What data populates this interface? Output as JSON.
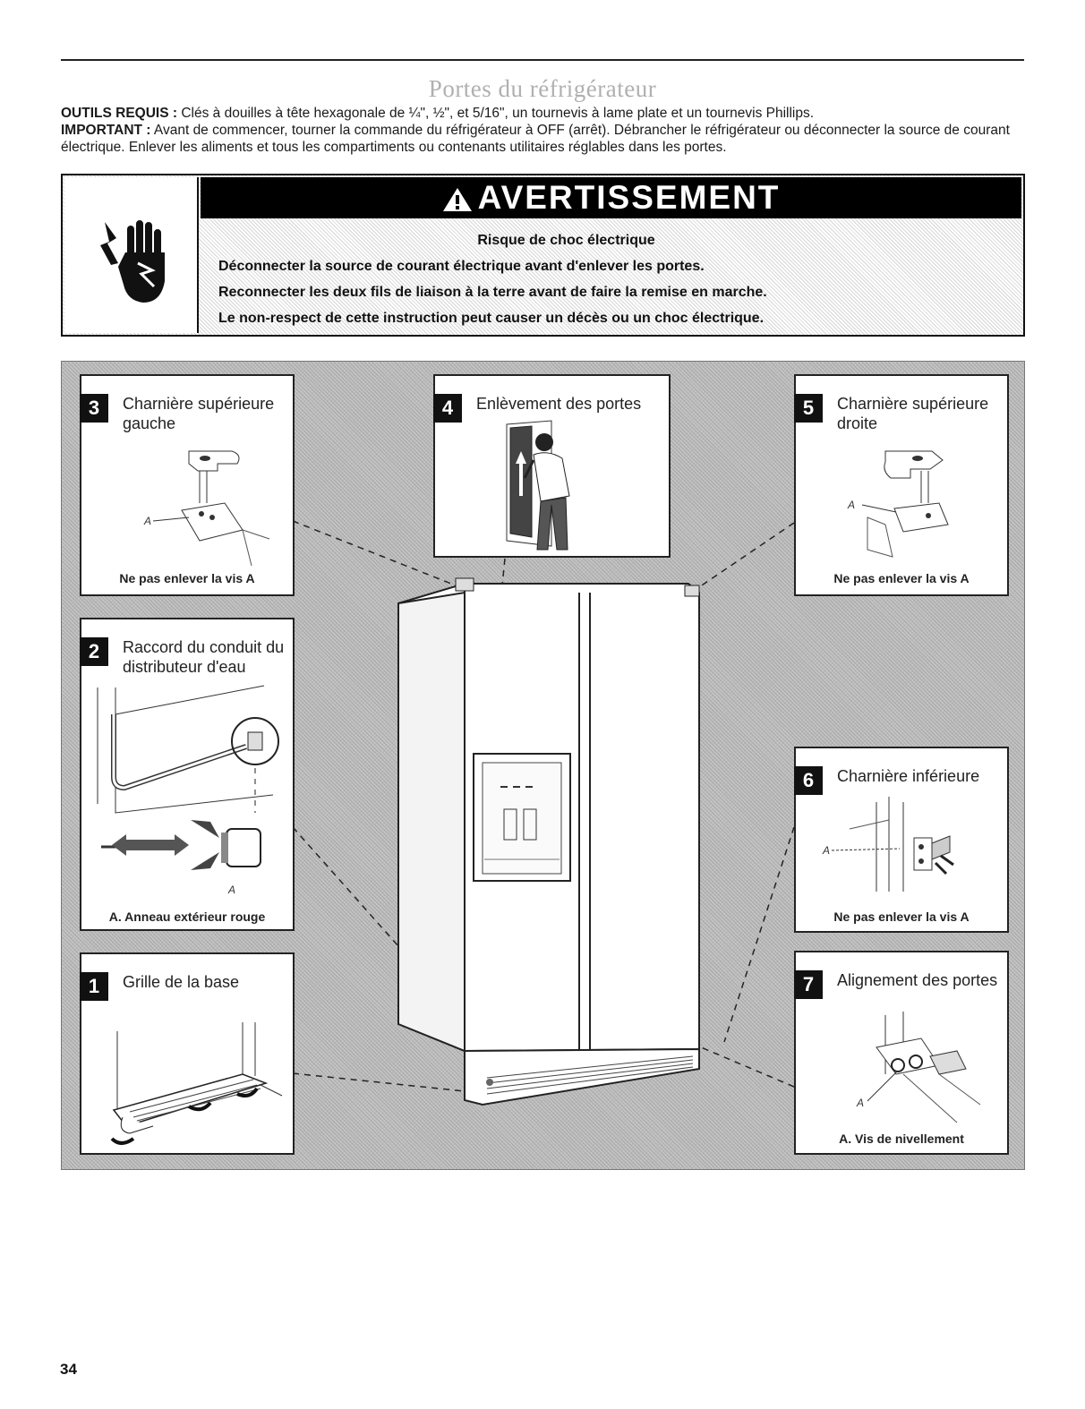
{
  "page": {
    "title": "Portes du réfrigérateur",
    "page_number": "34"
  },
  "intro": {
    "tools_label": "OUTILS REQUIS :",
    "tools_text": " Clés à douilles à tête hexagonale de ¼\", ½\", et 5/16\", un tournevis à lame plate et un tournevis Phillips.",
    "important_label": "IMPORTANT :",
    "important_text": " Avant de commencer, tourner la commande du réfrigérateur à OFF (arrêt). Débrancher le réfrigérateur ou déconnecter la source de courant électrique. Enlever les aliments et tous les compartiments ou contenants utilitaires réglables dans les portes."
  },
  "warning": {
    "icon": "electric-shock-hand-icon",
    "banner": "AVERTISSEMENT",
    "headline": "Risque de choc électrique",
    "lines": [
      "Déconnecter la source de courant électrique avant d'enlever les portes.",
      "Reconnecter les deux fils de liaison à la terre avant de faire la remise en marche.",
      "Le non-respect de cette instruction peut causer un décès ou un choc électrique."
    ]
  },
  "steps": {
    "s1": {
      "num": "1",
      "title": "Grille de la base"
    },
    "s2": {
      "num": "2",
      "title": "Raccord du conduit du distributeur d'eau",
      "caption": "A. Anneau extérieur rouge",
      "label_a": "A"
    },
    "s3": {
      "num": "3",
      "title": "Charnière supérieure gauche",
      "caption": "Ne pas enlever la vis A",
      "label_a": "A"
    },
    "s4": {
      "num": "4",
      "title": "Enlèvement des portes"
    },
    "s5": {
      "num": "5",
      "title": "Charnière supérieure droite",
      "caption": "Ne pas enlever la vis A",
      "label_a": "A"
    },
    "s6": {
      "num": "6",
      "title": "Charnière inférieure",
      "caption": "Ne pas enlever la vis A",
      "label_a": "A"
    },
    "s7": {
      "num": "7",
      "title": "Alignement des portes",
      "caption": "A. Vis de nivellement",
      "label_a": "A"
    }
  }
}
